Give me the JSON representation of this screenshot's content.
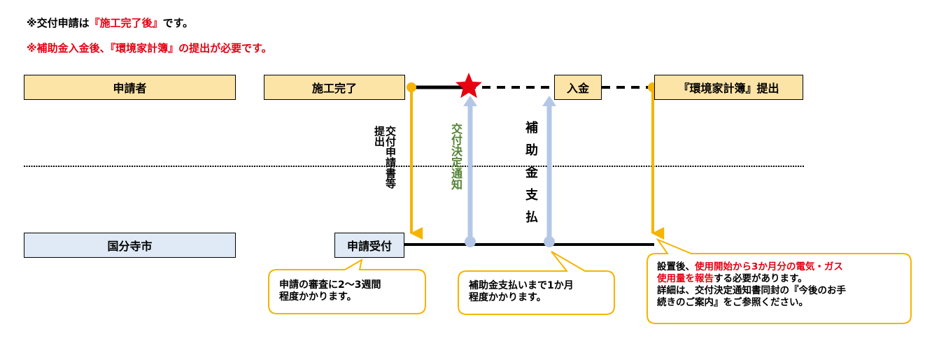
{
  "notes": {
    "line1_pre": "※交付申請は",
    "line1_em": "『施工完了後』",
    "line1_post": "です。",
    "line2": "※補助金入金後、『環境家計簿』の提出が必要です。"
  },
  "lanes": {
    "applicant": "申請者",
    "city": "国分寺市"
  },
  "steps": {
    "construction_done": "施工完了",
    "payment_received": "入金",
    "eco_report": "『環境家計簿』提出",
    "application_received": "申請受付"
  },
  "arrows": {
    "submit_col1": "提出",
    "submit_col2": "交付申請書等",
    "decision_notice": "交付決定通知",
    "subsidy_payment": "補助金支払"
  },
  "callouts": {
    "review": {
      "line1": "申請の審査に2～3週間",
      "line2": "程度かかります。"
    },
    "payment": {
      "line1": "補助金支払いまで1か月",
      "line2": "程度かかります。"
    },
    "report": {
      "line1_pre": "設置後、",
      "line1_em": "使用開始から3か月分の電気・ガス",
      "line2_em": "使用量を報告",
      "line2_post": "する必要があります。",
      "line3": "詳細は、交付決定通知書同封の『今後のお手",
      "line4": "続きのご案内』をご参照ください。"
    }
  },
  "colors": {
    "applicant_box": "#fce4a6",
    "city_box": "#dfeaf6",
    "arrow_yellow": "#f5b400",
    "arrow_blue": "#b4c7e7",
    "star": "#e60012",
    "emphasis_text": "#e60012",
    "decision_text": "#548235"
  }
}
